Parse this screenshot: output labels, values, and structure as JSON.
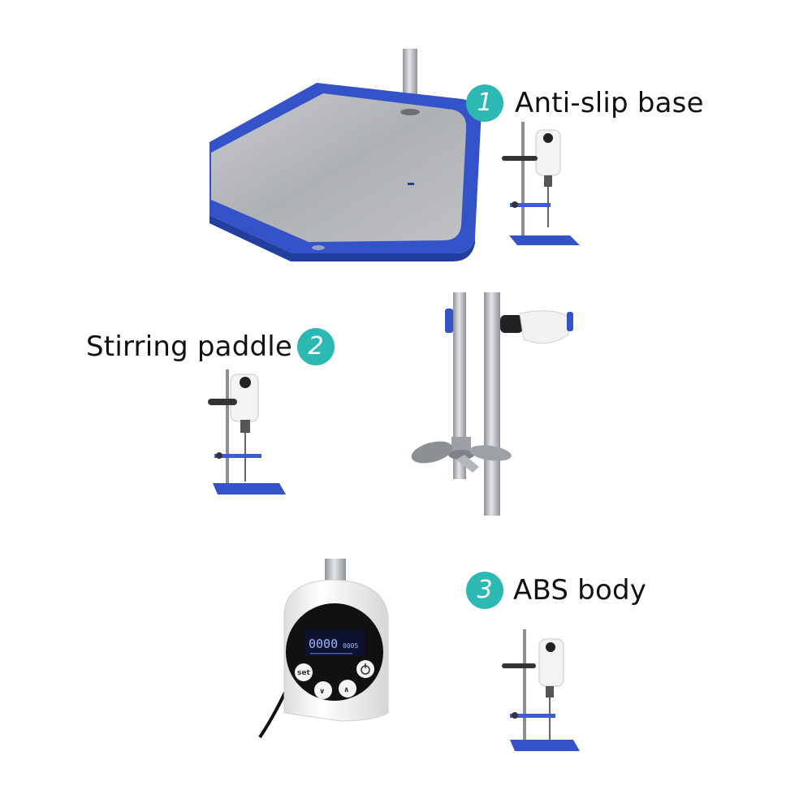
{
  "features": [
    {
      "number": "1",
      "label": "Anti-slip base"
    },
    {
      "number": "2",
      "label": "Stirring paddle"
    },
    {
      "number": "3",
      "label": "ABS body"
    }
  ],
  "display": {
    "readout": "0000",
    "readout_small": "0005",
    "button_set": "set",
    "button_down": "∨",
    "button_up": "∧"
  },
  "colors": {
    "badge": "#2cb9b4",
    "base_blue": "#3553c8",
    "plate_gray": "#b4b6b8",
    "rod_gray": "#b9bcc0"
  },
  "icons": [
    "power-icon",
    "chevron-down-icon",
    "chevron-up-icon"
  ]
}
